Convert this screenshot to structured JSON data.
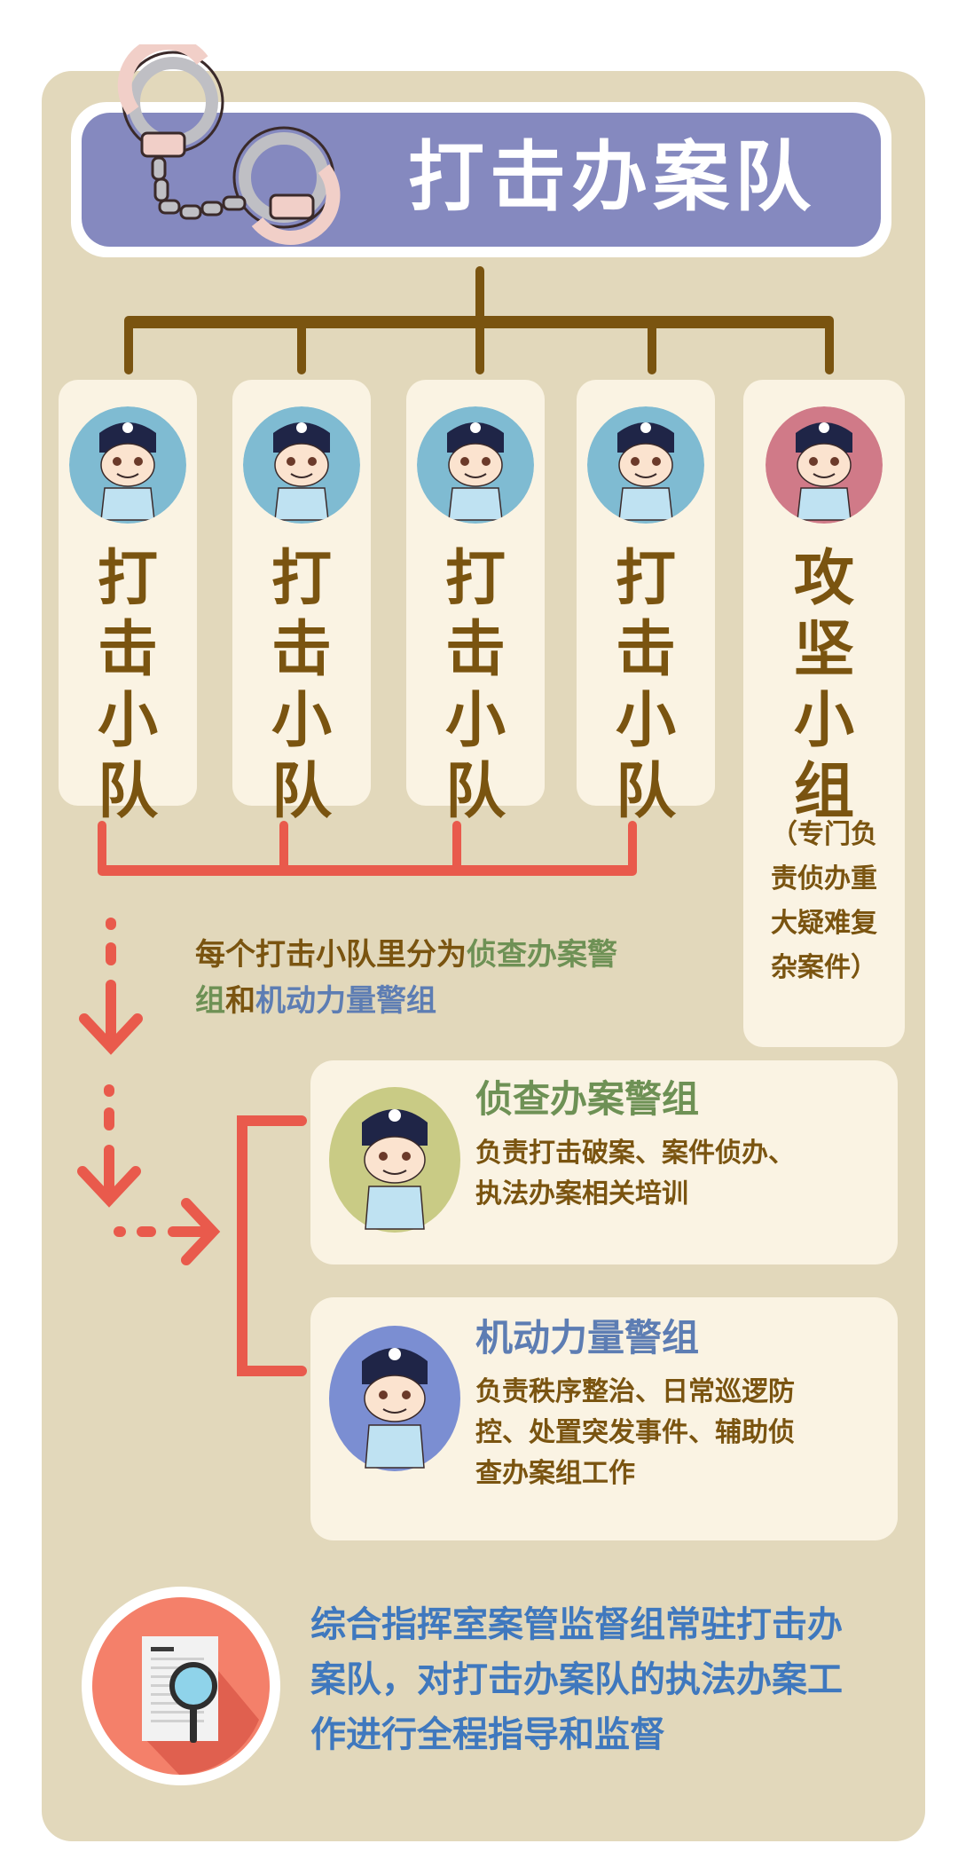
{
  "header": {
    "title": "打击办案队",
    "icon": "handcuffs-icon"
  },
  "colors": {
    "panel_bg": "#E2D8BB",
    "title_bg": "#8589BF",
    "connector_brown": "#7A5410",
    "connector_red": "#E95A4C",
    "card_bg": "#FAF3E3",
    "avatar_blue": "#7FBBD2",
    "avatar_pink": "#D07A88",
    "avatar_olive": "#C9CB85",
    "avatar_periwinkle": "#7B8ED2",
    "green_text": "#6E9155",
    "blue_text": "#5D7DB3",
    "footer_text": "#3F78BE"
  },
  "units": [
    {
      "label_chars": [
        "打",
        "击",
        "小",
        "队"
      ],
      "label": "打击小队",
      "avatar": "police-officer-avatar-blue"
    },
    {
      "label_chars": [
        "打",
        "击",
        "小",
        "队"
      ],
      "label": "打击小队",
      "avatar": "police-officer-avatar-blue"
    },
    {
      "label_chars": [
        "打",
        "击",
        "小",
        "队"
      ],
      "label": "打击小队",
      "avatar": "police-officer-avatar-blue"
    },
    {
      "label_chars": [
        "打",
        "击",
        "小",
        "队"
      ],
      "label": "打击小队",
      "avatar": "police-officer-avatar-blue"
    },
    {
      "label_chars": [
        "攻",
        "坚",
        "小",
        "组"
      ],
      "label": "攻坚小组",
      "avatar": "police-officer-avatar-pink",
      "note_lines": [
        "（专门负",
        "责侦办重",
        "大疑难复",
        "杂案件）"
      ]
    }
  ],
  "split_note": {
    "part1": "每个打击小队里分为",
    "part2_green": "侦查办案警",
    "part3_green": "组",
    "part4": "和",
    "part5_blue": "机动力量警组"
  },
  "groups": [
    {
      "title": "侦查办案警组",
      "desc_lines": [
        "负责打击破案、案件侦办、",
        "执法办案相关培训"
      ],
      "avatar": "police-officer-avatar-olive"
    },
    {
      "title": "机动力量警组",
      "desc_lines": [
        "负责秩序整治、日常巡逻防",
        "控、处置突发事件、辅助侦",
        "查办案组工作"
      ],
      "avatar": "police-officer-avatar-periwinkle"
    }
  ],
  "footer": {
    "icon": "document-magnifier-icon",
    "lines": [
      "综合指挥室案管监督组常驻打击办",
      "案队，对打击办案队的执法办案工",
      "作进行全程指导和监督"
    ]
  }
}
